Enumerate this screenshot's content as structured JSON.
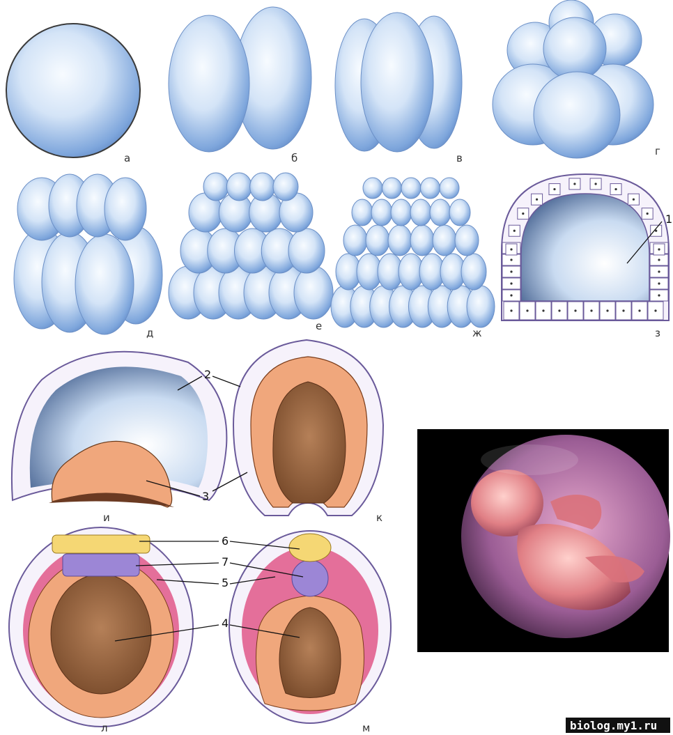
{
  "stage_labels": {
    "a": "а",
    "b": "б",
    "v": "в",
    "g": "г",
    "d": "д",
    "e": "е",
    "zh": "ж",
    "z": "з",
    "i": "и",
    "k": "к",
    "l": "л",
    "m": "м"
  },
  "number_labels": [
    "1",
    "2",
    "3",
    "4",
    "5",
    "6",
    "7"
  ],
  "watermark": "biolog.my1.ru",
  "colors": {
    "cell_blue": "#7ea6dc",
    "cell_light": "#eef4fc",
    "membrane": "#6a5a9a",
    "ectoderm_cell": "#ffffff",
    "endoderm": "#f0a77c",
    "yolk_cavity": "#9c6a42",
    "neural_plate": "#f5d774",
    "chord": "#9c86d6",
    "mesoderm": "#e2608f",
    "photo_bg": "#000000",
    "photo_sphere": "#b46fa8",
    "embryo": "#e58b8f"
  },
  "photo_icon": "fetus-in-amniotic-sac"
}
